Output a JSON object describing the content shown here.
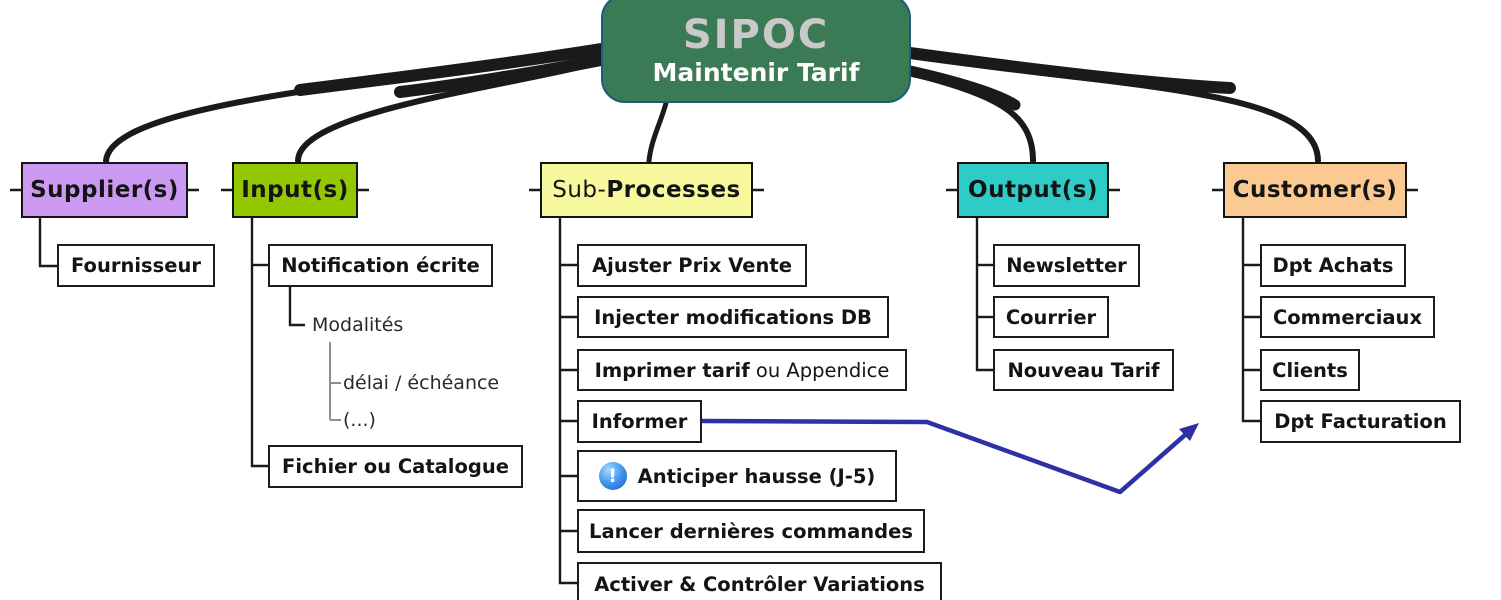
{
  "root_topic": {
    "title": "SIPOC",
    "subtitle": "Maintenir Tarif"
  },
  "categories": {
    "supplier": {
      "label": "Supplier(s)"
    },
    "input": {
      "label": "Input(s)"
    },
    "subprocess": {
      "label_prefix": "Sub-",
      "label_bold": "Processes"
    },
    "output": {
      "label": "Output(s)"
    },
    "customer": {
      "label": "Customer(s)"
    }
  },
  "supplier_items": {
    "fournisseur": "Fournisseur"
  },
  "input_items": {
    "notification": "Notification écrite",
    "modalites": "Modalités",
    "delai": "délai / échéance",
    "ellipsis": "(...)",
    "fichier": "Fichier ou Catalogue"
  },
  "subprocess_items": {
    "ajuster": "Ajuster Prix Vente",
    "injecter": "Injecter modifications DB",
    "imprimer_bold": "Imprimer tarif",
    "imprimer_regular": " ou Appendice",
    "informer": "Informer",
    "anticiper": "Anticiper hausse (J-5)",
    "lancer": "Lancer dernières commandes",
    "activer": "Activer & Contrôler Variations"
  },
  "output_items": {
    "newsletter": "Newsletter",
    "courrier": "Courrier",
    "nouveau_tarif": "Nouveau Tarif"
  },
  "customer_items": {
    "dpt_achats": "Dpt Achats",
    "commerciaux": "Commerciaux",
    "clients": "Clients",
    "dpt_facturation": "Dpt Facturation"
  },
  "icons": {
    "anticiper_icon": "priority-info-icon"
  },
  "colors": {
    "root_fill": "#3a7a54",
    "root_border": "#1b5e7b",
    "root_title_text": "#c9c9c9",
    "supplier_fill": "#cc99f2",
    "input_fill": "#93c701",
    "subprocess_fill": "#f8f89e",
    "output_fill": "#2fccc7",
    "customer_fill": "#fbca92",
    "branch_line": "#1a1a1a",
    "sub_branch_gray": "#8f8f8f",
    "arrow_blue": "#2d31a6"
  }
}
